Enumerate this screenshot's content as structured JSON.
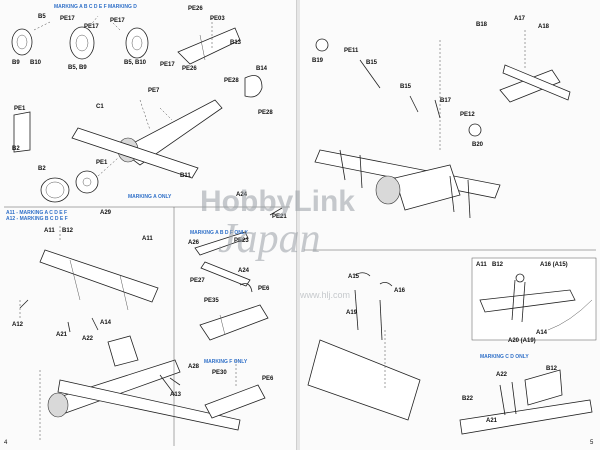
{
  "left_page": {
    "page_number": "4",
    "markings": {
      "m1": "MARKING",
      "m1_letters": "A B C D E F",
      "m2": "MARKING",
      "m2_letters": "D",
      "m3": "MARKING",
      "m3_letters": "A",
      "m3_suffix": "ONLY",
      "m4_prefix": "A11 - MARKING",
      "m4_letters": "A C D E F",
      "m5_prefix": "A12 - MARKING",
      "m5_letters": "B C D E F",
      "m6": "MARKING",
      "m6_letters": "A B D F",
      "m6_suffix": "ONLY",
      "m7": "MARKING",
      "m7_letters": "F",
      "m7_suffix": "ONLY"
    },
    "labels": [
      "B5",
      "PE17",
      "PE17",
      "PE17",
      "B9",
      "B10",
      "B5, B9",
      "B5, B10",
      "PE26",
      "PE03",
      "B13",
      "PE17",
      "PE26",
      "PE28",
      "B14",
      "PE7",
      "PE28",
      "PE1",
      "C1",
      "B2",
      "B2",
      "PE1",
      "B11",
      "A24",
      "PE21",
      "A29",
      "A11",
      "B12",
      "A11",
      "A26",
      "PE23",
      "A24",
      "PE27",
      "PE6",
      "PE35",
      "A12",
      "A14",
      "A21",
      "A22",
      "A28",
      "PE30",
      "PE6",
      "A13"
    ]
  },
  "right_page": {
    "page_number": "5",
    "markings": {
      "m1": "MARKING",
      "m1_letters": "C D",
      "m1_suffix": "ONLY"
    },
    "labels": [
      "B19",
      "PE11",
      "B15",
      "B18",
      "A17",
      "A18",
      "B15",
      "B17",
      "PE12",
      "B20",
      "A15",
      "A16",
      "A19",
      "A11",
      "B12",
      "A16 (A15)",
      "A20 (A19)",
      "A14",
      "A22",
      "B12",
      "B22",
      "A21"
    ]
  },
  "watermark": {
    "line1": "HobbyLink",
    "line2": "Japan",
    "url": "www.hlj.com"
  }
}
